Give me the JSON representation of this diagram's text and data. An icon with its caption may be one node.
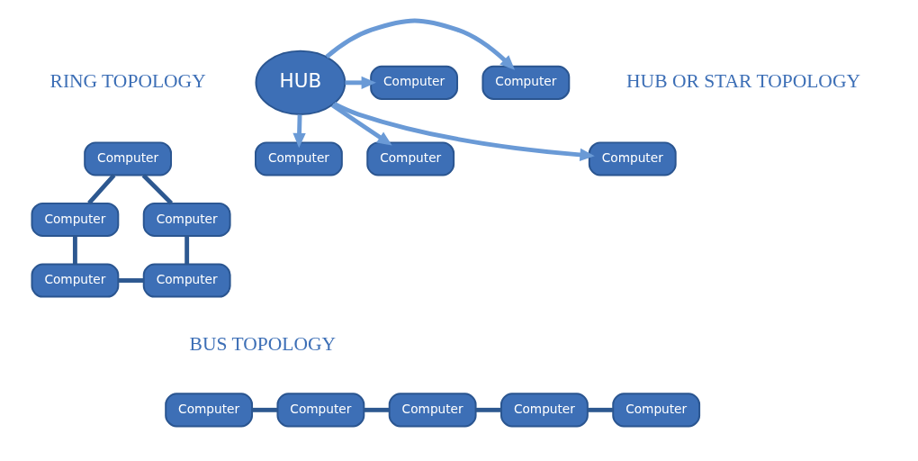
{
  "diagram": {
    "nodes": [
      {
        "text": [
          "Computer"
        ]
      },
      {
        "text": [
          "Computer"
        ]
      },
      {
        "text": [
          "Computer"
        ]
      },
      {
        "text": [
          "Computer"
        ]
      },
      {
        "text": [
          "Computer"
        ]
      },
      {
        "text": [
          "Computer"
        ]
      },
      {
        "text": [
          "Computer"
        ]
      },
      {
        "text": [
          "HUB"
        ]
      },
      {
        "text": [
          "Computer"
        ]
      },
      {
        "text": [
          "Computer"
        ]
      },
      {
        "text": [
          "Computer"
        ]
      },
      {
        "text": [
          "Computer"
        ]
      },
      {
        "text": [
          "Computer"
        ]
      },
      {
        "text": [
          "Computer"
        ]
      },
      {
        "text": [
          "Computer"
        ]
      },
      {
        "text": [
          "Computer"
        ]
      }
    ],
    "edges": [
      {
        "from": 0,
        "to": 2,
        "arrow": "none"
      },
      {
        "from": 2,
        "to": 4,
        "arrow": "none"
      },
      {
        "from": 4,
        "to": 3,
        "arrow": "none"
      },
      {
        "from": 3,
        "to": 1,
        "arrow": "none"
      },
      {
        "from": 1,
        "to": 0,
        "arrow": "none"
      },
      {
        "from": 7,
        "to": 5,
        "arrow": "to",
        "color": "#6a9ad6"
      },
      {
        "from": 7,
        "to": 6,
        "arrow": "to",
        "color": "#6a9ad6"
      },
      {
        "from": 7,
        "to": 8,
        "arrow": "to",
        "color": "#6a9ad6"
      },
      {
        "from": 7,
        "to": 9,
        "arrow": "to",
        "color": "#6a9ad6"
      },
      {
        "from": 7,
        "to": 10,
        "arrow": "to",
        "color": "#6a9ad6"
      },
      {
        "from": 11,
        "to": 12,
        "arrow": "none"
      },
      {
        "from": 12,
        "to": 13,
        "arrow": "none"
      },
      {
        "from": 13,
        "to": 14,
        "arrow": "none"
      },
      {
        "from": 14,
        "to": 15,
        "arrow": "none"
      }
    ],
    "labels": [
      "RING TOPOLOGY",
      "HUB OR STAR TOPOLOGY",
      "BUS TOPOLOGY"
    ]
  }
}
